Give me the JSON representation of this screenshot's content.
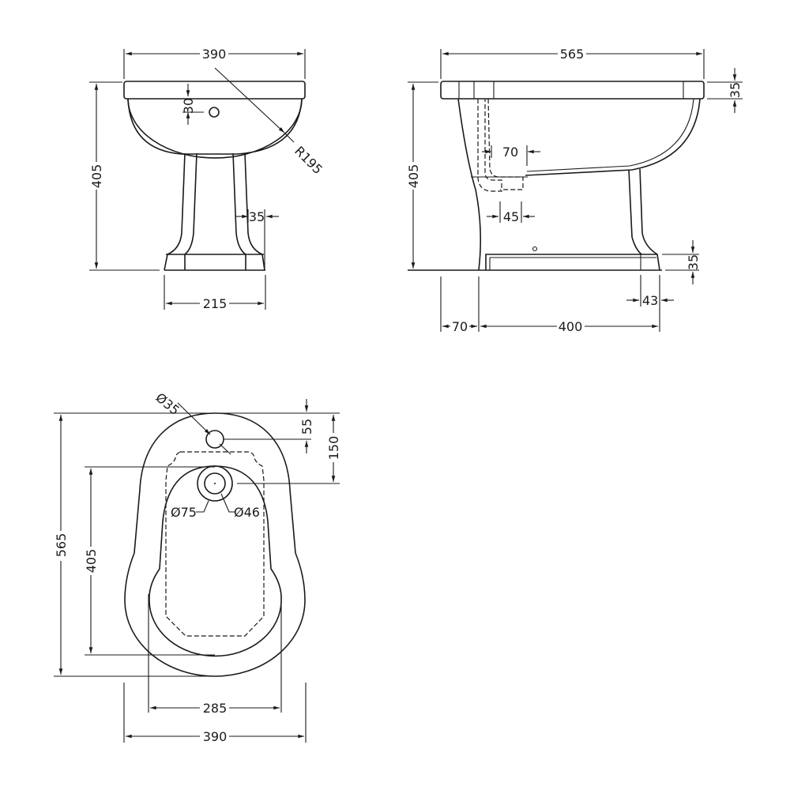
{
  "drawing": {
    "subject": "Bidet technical drawing (front, side and plan views)",
    "units": "mm",
    "line_color": "#1a1a1a",
    "background": "#ffffff"
  },
  "front_view": {
    "overall_width": "390",
    "overall_height": "405",
    "bowl_radius": "R195",
    "tap_hole_offset": "30",
    "pedestal_wall": "35",
    "base_width": "215"
  },
  "side_view": {
    "overall_depth": "565",
    "rim_thickness": "35",
    "overall_height": "405",
    "waste_offset": "70",
    "waste_outlet_width": "45",
    "base_thickness": "35",
    "base_return": "43",
    "rear_offset": "70",
    "base_depth": "400"
  },
  "plan_view": {
    "tap_hole_diameter": "Ø35",
    "tap_hole_from_back": "55",
    "waste_from_back": "150",
    "outer_waste_diameter": "Ø75",
    "inner_waste_diameter": "Ø46",
    "overall_depth": "565",
    "bowl_depth": "405",
    "bowl_width": "285",
    "overall_width": "390"
  }
}
